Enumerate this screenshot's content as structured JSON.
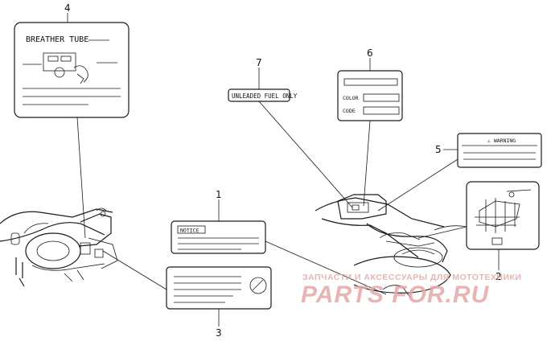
{
  "callouts": {
    "c1": "1",
    "c2": "2",
    "c3": "3",
    "c4": "4",
    "c5": "5",
    "c6": "6",
    "c7": "7"
  },
  "labels": {
    "breather_tube": "BREATHER TUBE",
    "unleaded_fuel": "UNLEADED FUEL ONLY",
    "color": "COLOR",
    "code": "CODE",
    "warning": "⚠ WARNING",
    "notice": "NOTICE"
  },
  "watermark": {
    "tagline": "ЗАПЧАСТИ И АКСЕССУАРЫ ДЛЯ МОТОТЕХНИКИ",
    "brand": "PARTS FOR.RU"
  },
  "colors": {
    "line": "#1a1a1a",
    "watermark": "#e4a7a7"
  }
}
